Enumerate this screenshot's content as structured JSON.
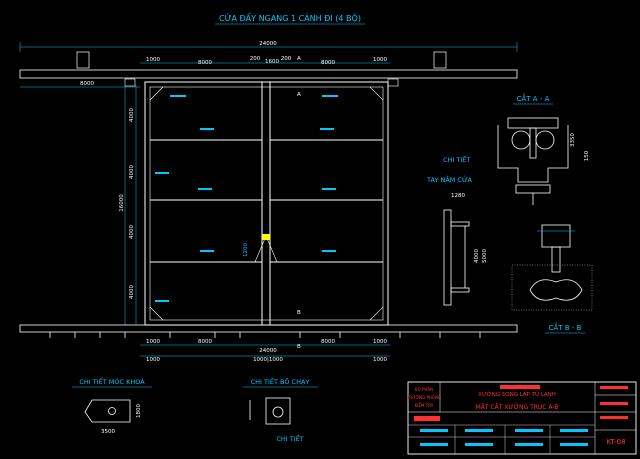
{
  "title": "CỬA ĐẨY NGANG 1 CÁNH ĐI (4 BỘ)",
  "dims_top": {
    "overall": "24000",
    "top_row": [
      "1000",
      "8000",
      "200",
      "1600",
      "200",
      "8000",
      "1000"
    ],
    "left_offset": "8000"
  },
  "dims_left": [
    "4000",
    "4000",
    "4000",
    "4000"
  ],
  "dims_left_total": "16000",
  "center_dim": "1200",
  "dims_bottom": {
    "row1": [
      "1000",
      "8000",
      "8000",
      "1000"
    ],
    "overall": "24000",
    "sub": "1000|1000"
  },
  "section_marks": [
    "A",
    "A",
    "B",
    "B"
  ],
  "section_aa": {
    "label": "CẮT A - A",
    "dims": [
      "3350",
      "150"
    ]
  },
  "handle_detail": {
    "label_line1": "CHI TIẾT",
    "label_line2": "TAY NẮM CỬA",
    "dims": [
      "1280",
      "4000",
      "5000"
    ]
  },
  "section_bb": {
    "label": "CẮT B - B"
  },
  "lock_detail": {
    "label": "CHI TIẾT MÓC KHOÁ",
    "dims": [
      "1800",
      "3500"
    ]
  },
  "wheel_detail": {
    "label": "CHI TIẾT BÔ CHẠY"
  },
  "bottom_label": "CHI TIẾT",
  "title_block": {
    "company": "XƯỞNG SONG LẬP TỦ LẠNH",
    "drawing_name": "MẶT CẮT XƯỞNG TRỤC A-B",
    "code": "KT-08",
    "left_rows": [
      "BỘ PHẬN",
      "TRƯỞNG PHÒNG",
      "KIỂM TRA"
    ]
  },
  "colors": {
    "frame": "#ffffff",
    "cyan": "#00c8ff",
    "red": "#ff3030",
    "yellow": "#ffff00",
    "green": "#40ff40"
  }
}
